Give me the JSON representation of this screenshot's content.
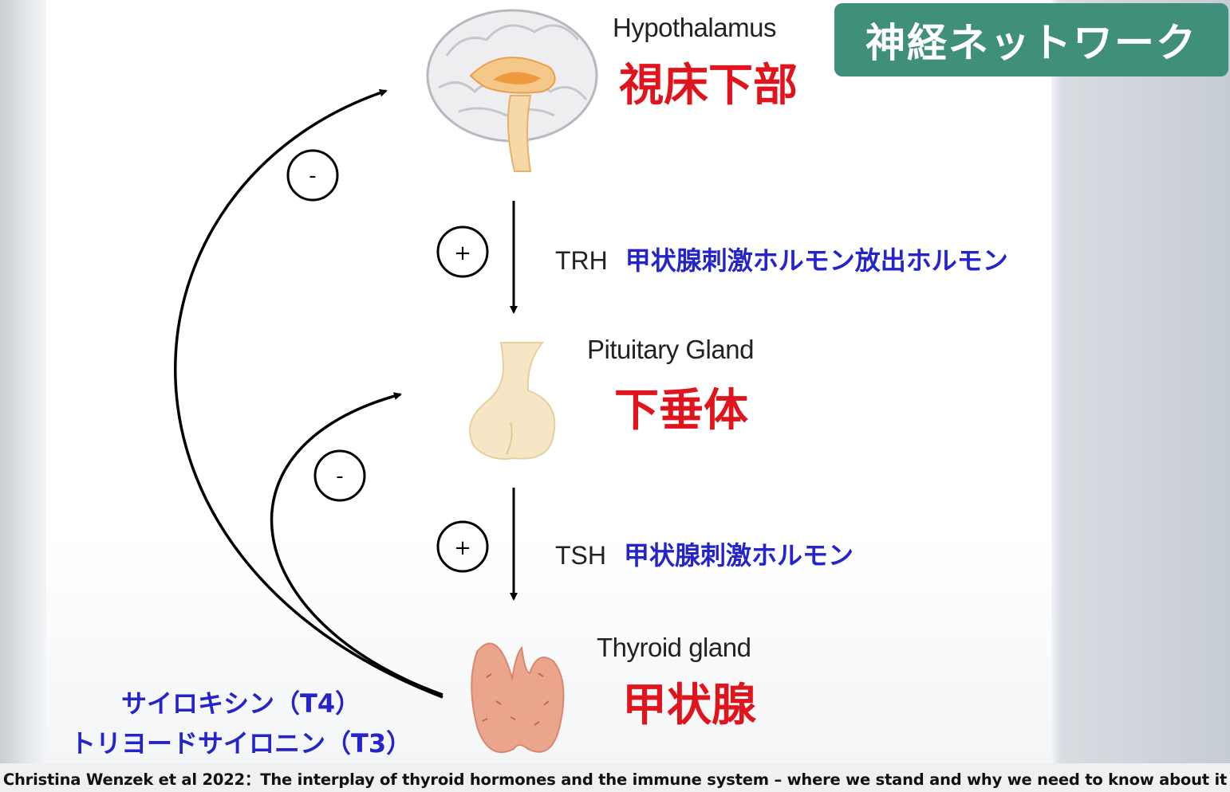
{
  "badge": {
    "label": "神経ネットワーク"
  },
  "nodes": {
    "hypothalamus": {
      "en": "Hypothalamus",
      "jp": "視床下部"
    },
    "pituitary": {
      "en": "Pituitary Gland",
      "jp": "下垂体"
    },
    "thyroid": {
      "en": "Thyroid gland",
      "jp": "甲状腺"
    }
  },
  "hormones": {
    "trh": {
      "abbr": "TRH",
      "jp": "甲状腺刺激ホルモン放出ホルモン",
      "sign": "+"
    },
    "tsh": {
      "abbr": "TSH",
      "jp": "甲状腺刺激ホルモン",
      "sign": "+"
    }
  },
  "feedback": {
    "outer_sign": "-",
    "inner_sign": "-"
  },
  "products": {
    "t4": "サイロキシン（T4）",
    "t3": "トリヨードサイロニン（T3）"
  },
  "citation": "Christina Wenzek et al 2022：The interplay of thyroid hormones and the immune system – where we stand and why we need to know about it",
  "colors": {
    "badge_bg": "#3f8f7b",
    "jp_label": "#e0141c",
    "hormone_jp": "#2424c8"
  }
}
